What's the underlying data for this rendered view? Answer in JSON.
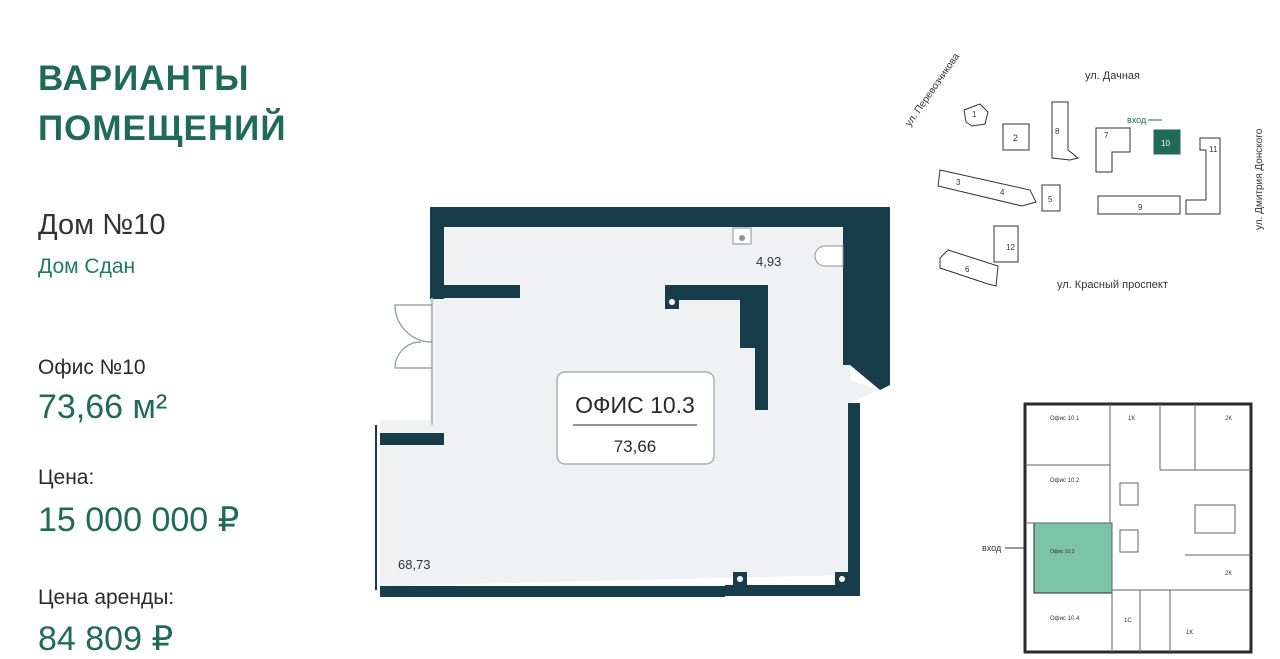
{
  "heading": {
    "line1": "ВАРИАНТЫ",
    "line2": "ПОМЕЩЕНИЙ"
  },
  "house": {
    "name": "Дом №10",
    "status": "Дом Сдан"
  },
  "office": {
    "label": "Офис №10",
    "area": "73,66 м²"
  },
  "price": {
    "label": "Цена:",
    "value": "15 000 000 ₽"
  },
  "rent": {
    "label": "Цена аренды:",
    "value": "84 809 ₽"
  },
  "floorplan": {
    "badge_title": "ОФИС 10.3",
    "badge_area": "73,66",
    "room_small_area": "4,93",
    "room_main_area": "68,73"
  },
  "site_map": {
    "streets": [
      "ул. Дачная",
      "ул. Перевозчикова",
      "ул. Дмитрия Донского",
      "ул. Красный проспект"
    ],
    "entrance_label": "вход",
    "buildings": [
      "1",
      "2",
      "3",
      "4",
      "5",
      "6",
      "7",
      "8",
      "9",
      "10",
      "11",
      "12"
    ],
    "highlighted_building": "10"
  },
  "floor_schema": {
    "entrance_label": "вход",
    "units": [
      "Офис 10.1",
      "1К",
      "2К",
      "Офис 10.2",
      "Офис 10.3",
      "2К",
      "Офис 10.4",
      "1С",
      "1К"
    ]
  },
  "colors": {
    "accent": "#1f6b55",
    "wall": "#173c4a",
    "floor": "#eff1f3",
    "highlight": "#7dc3a8"
  }
}
